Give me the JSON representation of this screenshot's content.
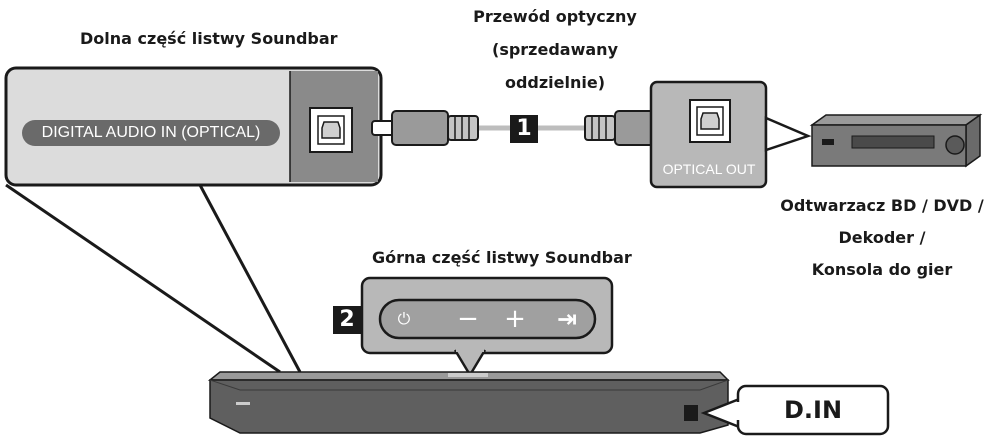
{
  "labels": {
    "bottom_part": "Dolna część listwy Soundbar",
    "cable_line1": "Przewód optyczny",
    "cable_line2": "(sprzedawany",
    "cable_line3": "oddzielnie)",
    "top_part": "Górna część listwy Soundbar",
    "player_line1": "Odtwarzacz BD / DVD /",
    "player_line2": "Dekoder /",
    "player_line3": "Konsola do gier",
    "port_in": "DIGITAL AUDIO IN (OPTICAL)",
    "port_out": "OPTICAL OUT",
    "step1": "1",
    "step2": "2",
    "mode": "D.IN"
  },
  "buttons": [
    {
      "name": "power-icon",
      "glyph": "⏻"
    },
    {
      "name": "volume-down-icon",
      "glyph": "−"
    },
    {
      "name": "volume-up-icon",
      "glyph": "+"
    },
    {
      "name": "source-icon",
      "glyph": "⇥"
    }
  ],
  "colors": {
    "panel": "#dcdcdc",
    "panel_dark": "#8a8a8a",
    "outline": "#1a1a1a",
    "pill": "#6a6a6a",
    "cable": "#bdbdbd"
  }
}
